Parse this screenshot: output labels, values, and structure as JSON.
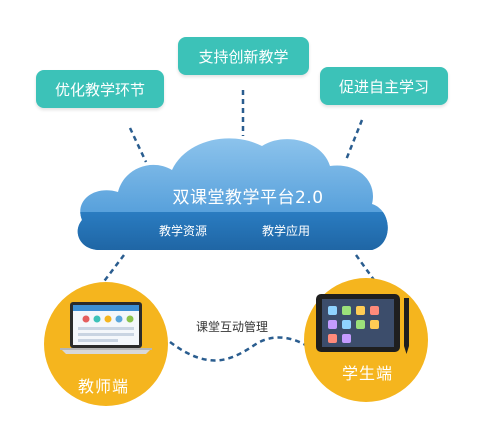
{
  "top_bubbles": {
    "left": "优化教学环节",
    "middle": "支持创新教学",
    "right": "促进自主学习"
  },
  "cloud": {
    "title": "双课堂教学平台2.0",
    "left_item": "教学资源",
    "right_item": "教学应用"
  },
  "connection_label": "课堂互动管理",
  "endpoints": {
    "teacher": "教师端",
    "student": "学生端"
  },
  "colors": {
    "bubble": "#3cc2b8",
    "cloud_light": "#5aa6dc",
    "cloud_dark": "#2b7fc3",
    "circle": "#f5b51e",
    "connector": "#2a5d8f"
  },
  "icons": [
    "laptop-icon",
    "tablet-icon",
    "stylus-icon"
  ]
}
